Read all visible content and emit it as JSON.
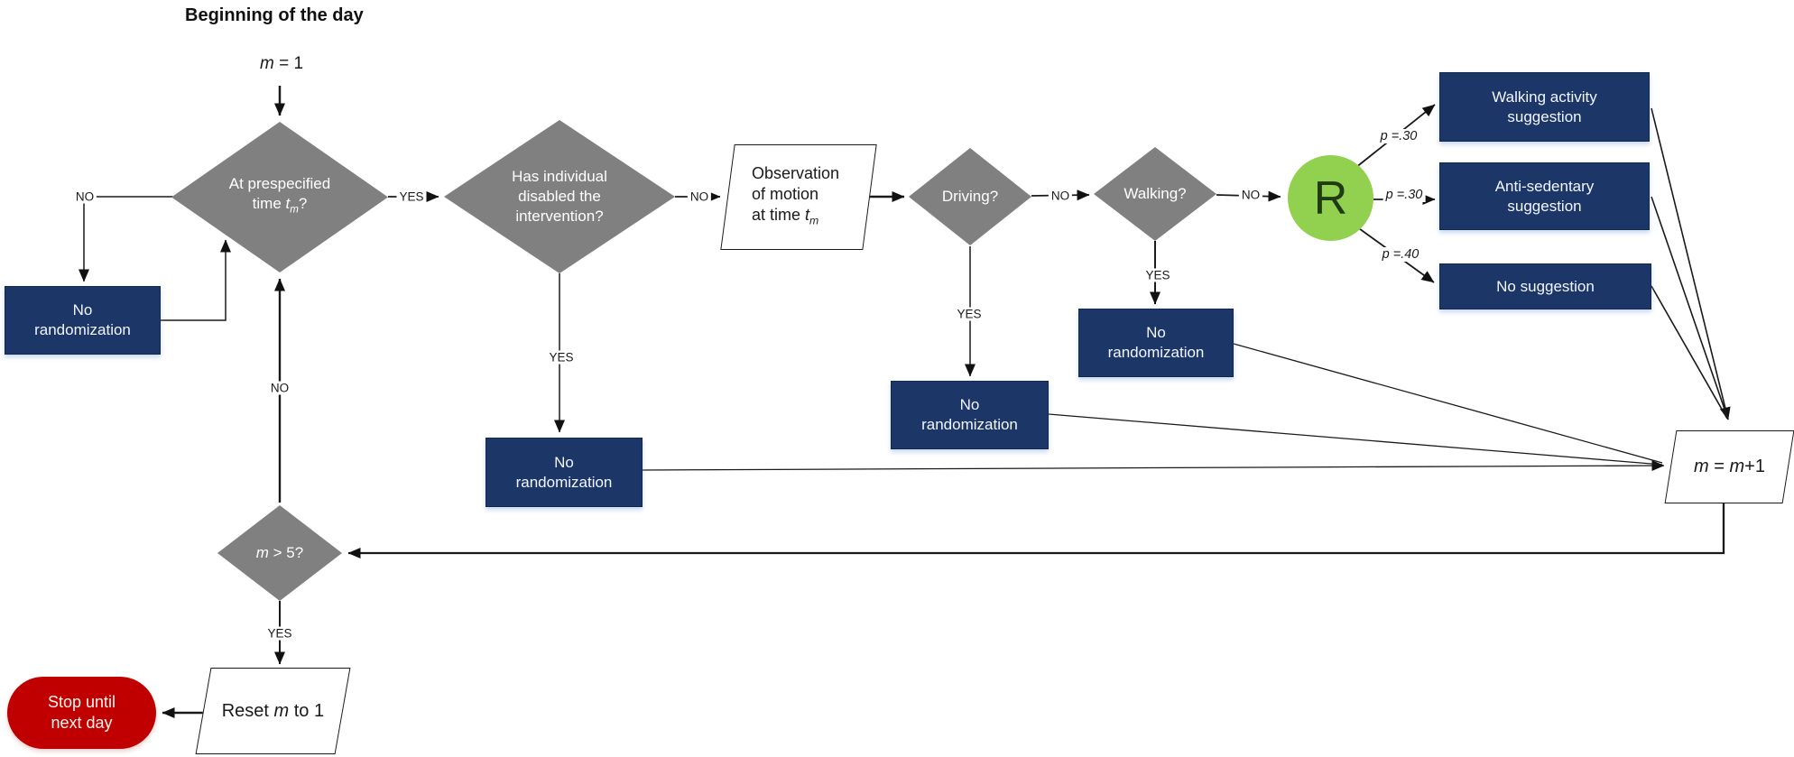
{
  "title": "Beginning of the day",
  "colors": {
    "navy": "#1C3667",
    "gray": "#808080",
    "green": "#92D050",
    "green_text": "#203B13",
    "red": "#C00000",
    "line": "#1A1A1A"
  },
  "nodes": {
    "m_init": {
      "var": "m",
      "rest": " = 1"
    },
    "start_check": {
      "line1": "At prespecified",
      "line2_pre": "time ",
      "line2_var": "t",
      "line2_sub": "m",
      "line2_post": "?"
    },
    "disabled_check": {
      "line1": "Has individual",
      "line2": "disabled the",
      "line3": "intervention?"
    },
    "observation": {
      "line1": "Observation",
      "line2": "of motion",
      "line3_pre": "at time ",
      "line3_var": "t",
      "line3_sub": "m"
    },
    "driving_check": {
      "label": "Driving?"
    },
    "walking_check": {
      "label": "Walking?"
    },
    "randomizer": {
      "label": "R"
    },
    "walking_suggestion": {
      "line1": "Walking activity",
      "line2": "suggestion"
    },
    "anti_sedentary": {
      "line1": "Anti-sedentary",
      "line2": "suggestion"
    },
    "no_suggestion": {
      "label": "No suggestion"
    },
    "no_randomization": {
      "line1": "No",
      "line2": "randomization"
    },
    "increment": {
      "var1": "m",
      "mid": " = ",
      "var2": "m",
      "post": "+1"
    },
    "day_check": {
      "var": "m",
      "post": " > 5?"
    },
    "reset": {
      "pre": "Reset ",
      "var": "m",
      "post": " to 1"
    },
    "stop": {
      "line1": "Stop until",
      "line2": "next day"
    }
  },
  "edges": {
    "start_no": "NO",
    "start_yes": "YES",
    "disabled_no": "NO",
    "disabled_yes": "YES",
    "driving_no": "NO",
    "driving_yes": "YES",
    "walking_no": "NO",
    "walking_yes": "YES",
    "m5_no": "NO",
    "m5_yes": "YES",
    "p_walking": "p =.30",
    "p_anti": "p =.30",
    "p_none": "p =.40"
  }
}
